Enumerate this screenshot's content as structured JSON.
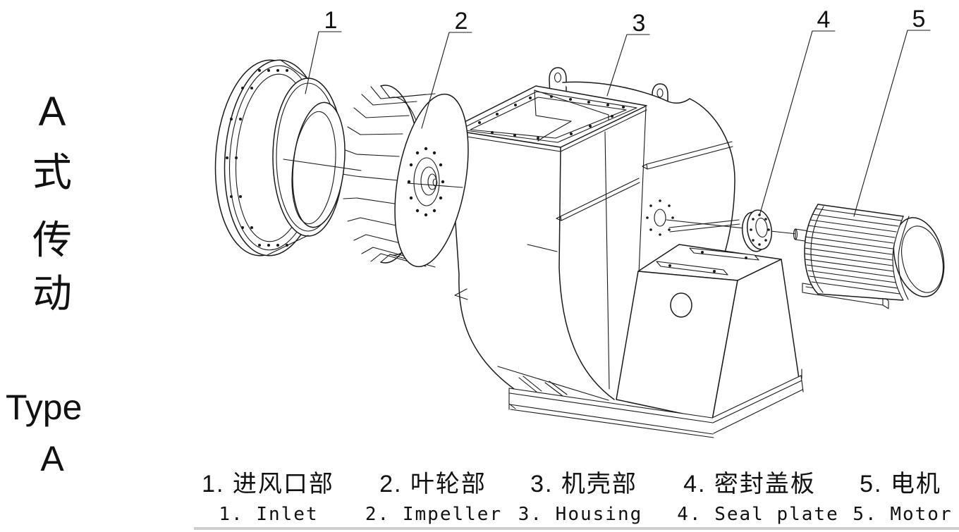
{
  "colors": {
    "line": "#1a1a1a",
    "background": "#ffffff",
    "divider": "#bdbdbd"
  },
  "side_label": {
    "chars": [
      "A",
      "式",
      "传",
      "动"
    ],
    "latin": [
      "Type",
      "A"
    ]
  },
  "callouts": [
    "1",
    "2",
    "3",
    "4",
    "5"
  ],
  "legend": [
    {
      "zh": "1. 进风口部",
      "en": "1. Inlet"
    },
    {
      "zh": "2. 叶轮部",
      "en": "2. Impeller"
    },
    {
      "zh": "3. 机壳部",
      "en": "3. Housing"
    },
    {
      "zh": "4. 密封盖板",
      "en": "4. Seal plate"
    },
    {
      "zh": "5. 电机",
      "en": "5. Motor"
    }
  ]
}
